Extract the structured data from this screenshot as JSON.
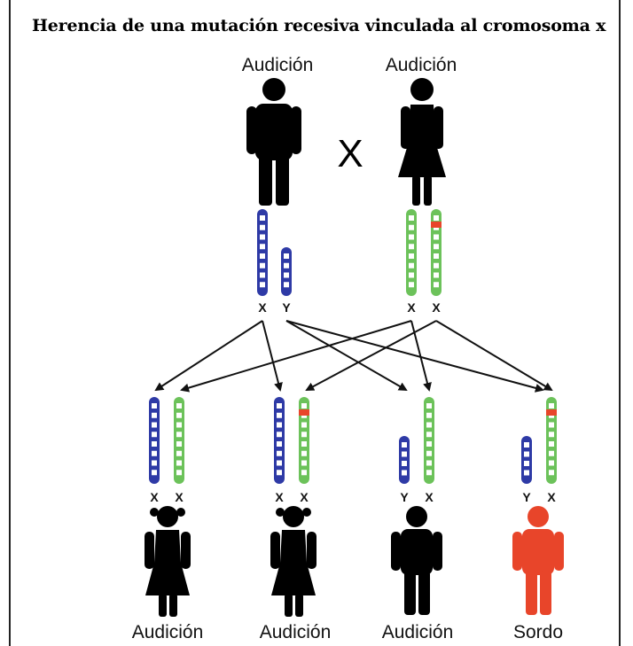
{
  "title": "Herencia de una mutación recesiva vinculada al cromosoma x",
  "cross_symbol": "X",
  "parents": {
    "father_label": "Audición",
    "mother_label": "Audición",
    "father_chrom_labels": [
      "X",
      "Y"
    ],
    "mother_chrom_labels": [
      "X",
      "X"
    ]
  },
  "children": [
    {
      "label": "Audición",
      "chrom_labels": [
        "X",
        "X"
      ]
    },
    {
      "label": "Audición",
      "chrom_labels": [
        "X",
        "X"
      ]
    },
    {
      "label": "Audición",
      "chrom_labels": [
        "Y",
        "X"
      ]
    },
    {
      "label": "Sordo",
      "chrom_labels": [
        "Y",
        "X"
      ]
    }
  ],
  "colors": {
    "paternal_x": "#2e3aa6",
    "paternal_y": "#2e3aa6",
    "maternal_x": "#6cc25a",
    "mutation": "#e8452a",
    "affected": "#e8452a",
    "unaffected": "#000000"
  }
}
